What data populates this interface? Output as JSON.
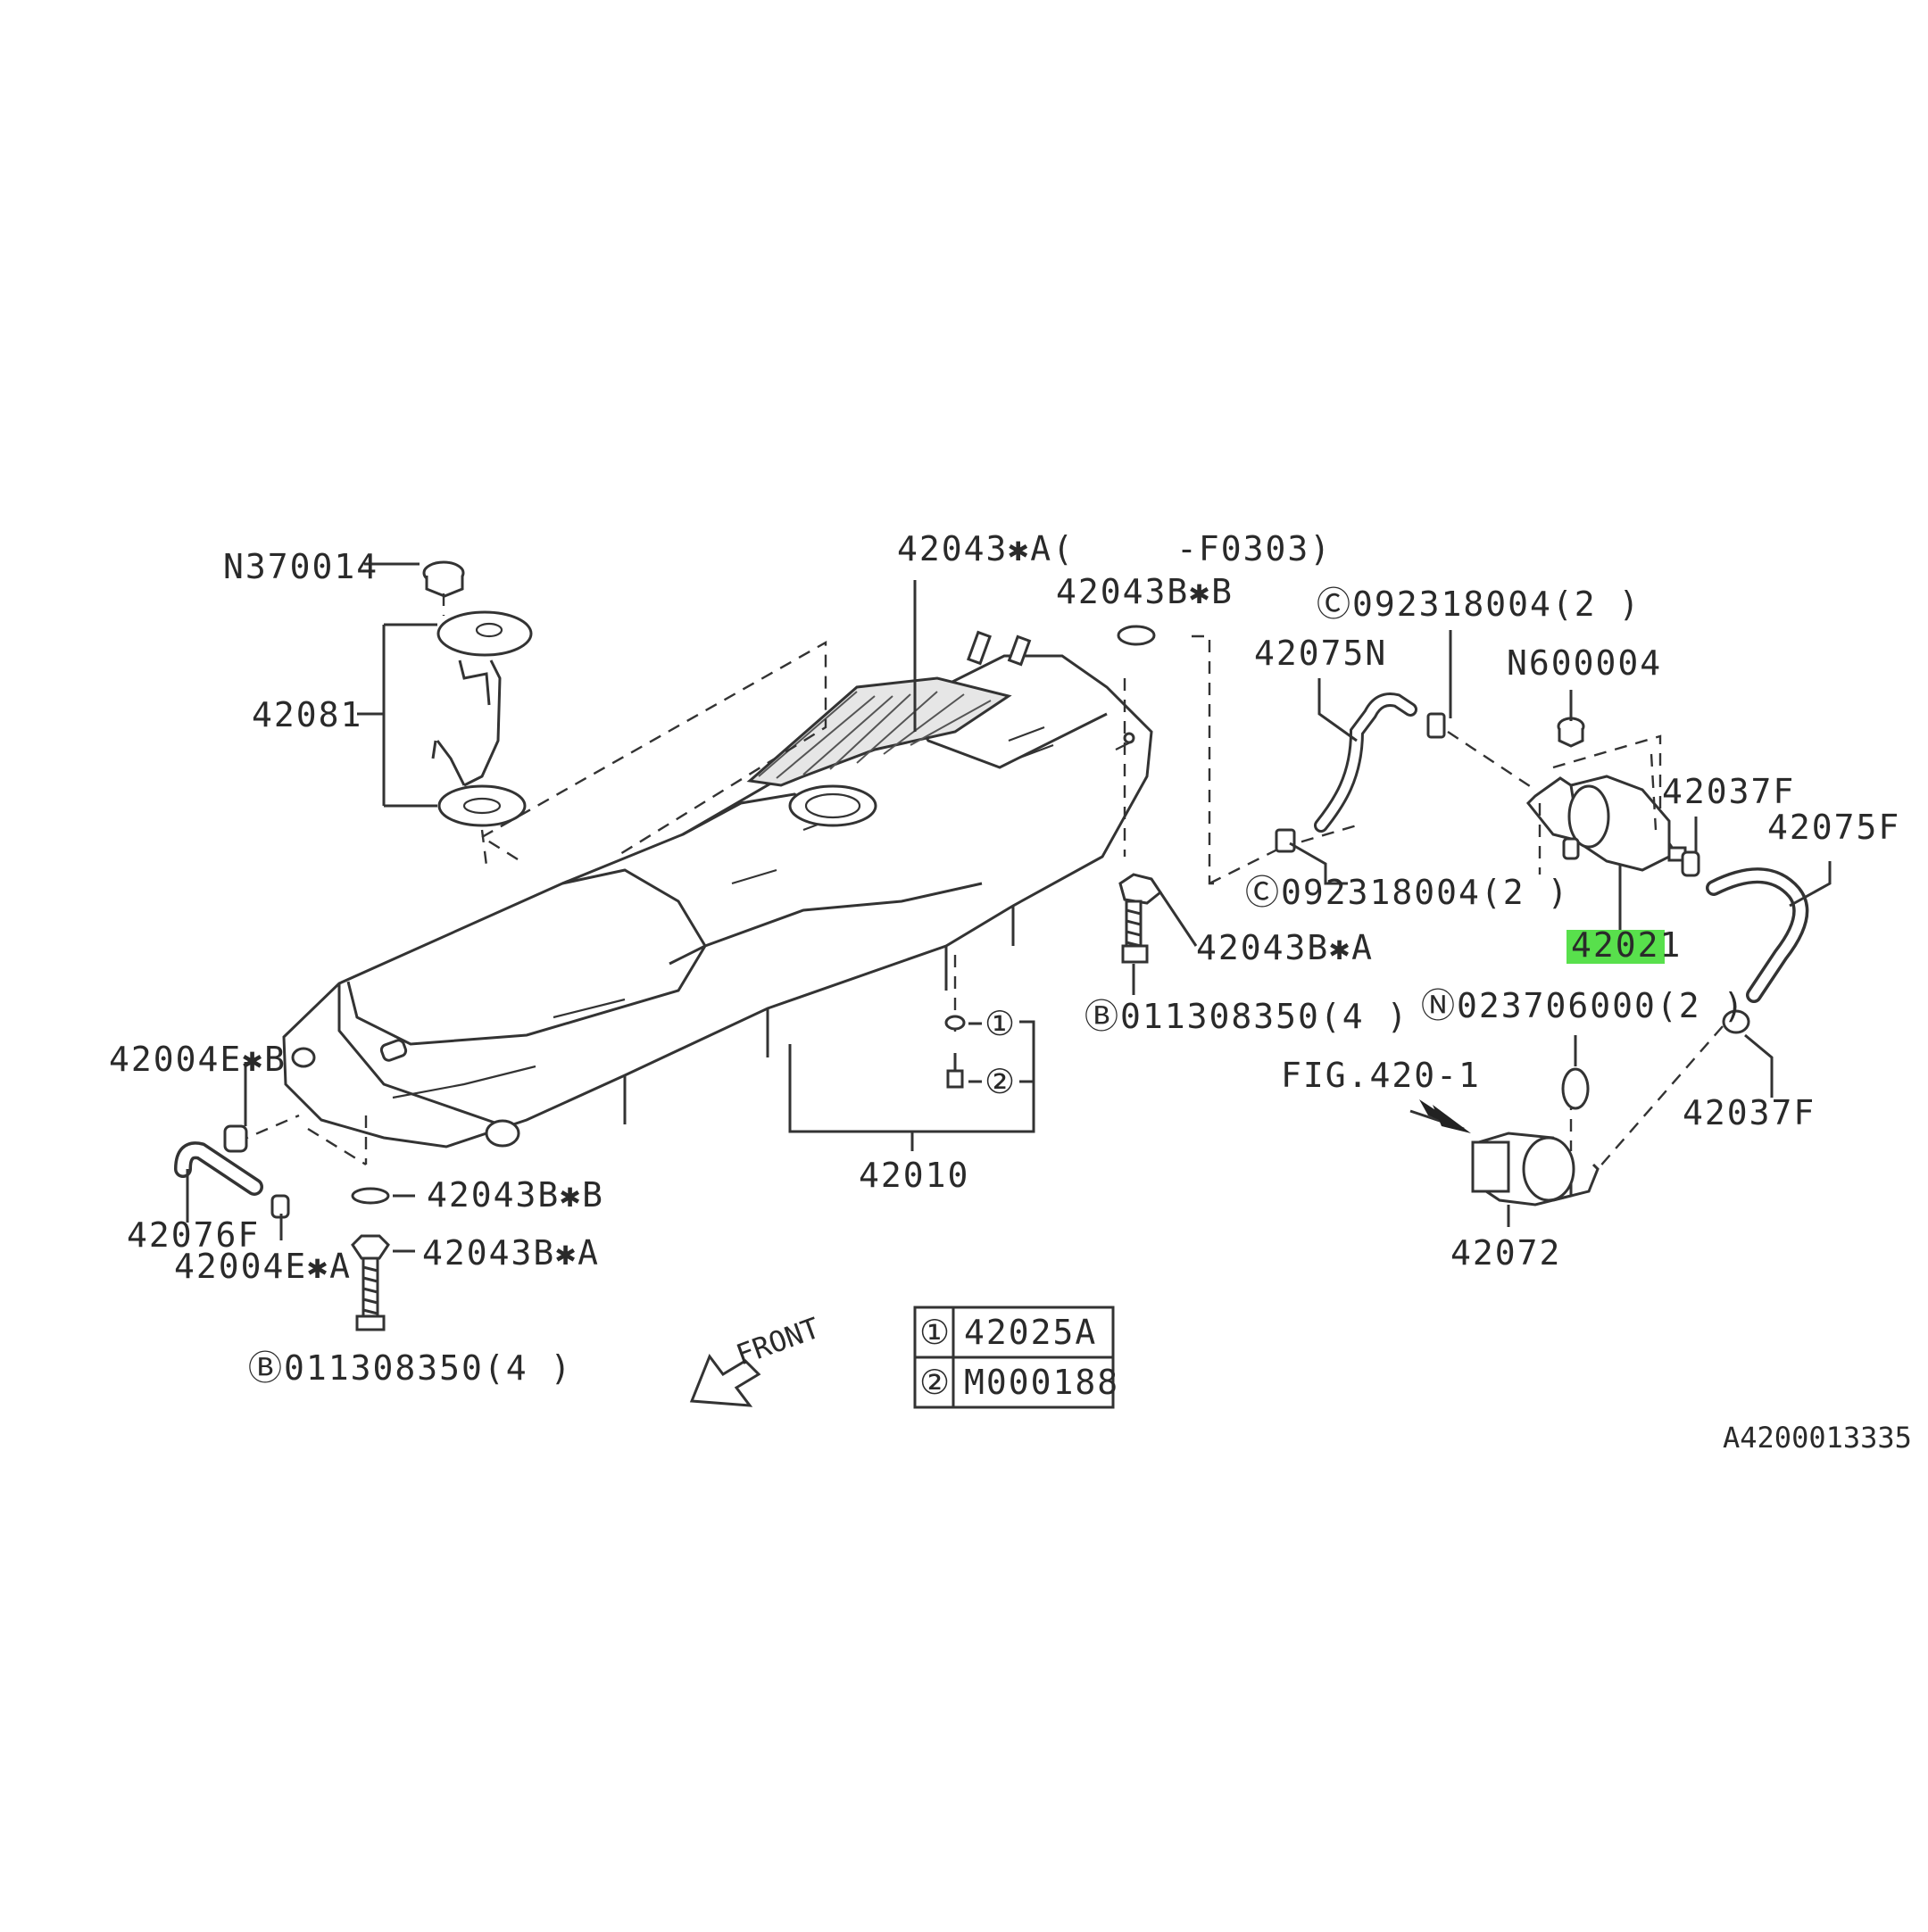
{
  "diagram_id": "A4200013335",
  "labels": {
    "n370014": "N370014",
    "p42081": "42081",
    "p42043a": "42043✱A(",
    "p42043a_range": "-F0303)",
    "p42043bb_top": "42043B✱B",
    "c092318004_top": "Ⓒ092318004(2 )",
    "p42075n": "42075N",
    "n600004": "N600004",
    "p42037f_top": "42037F",
    "p42075f": "42075F",
    "c092318004_mid": "Ⓒ092318004(2 )",
    "p42043ba_mid": "42043B✱A",
    "p42021": "42021",
    "b011308350_mid": "Ⓑ011308350(4 )",
    "n023706000": "Ⓝ023706000(2 )",
    "fig420": "FIG.420-1",
    "p42037f_bot": "42037F",
    "p42004eb": "42004E✱B",
    "callout1": "①",
    "callout2": "②",
    "p42010": "42010",
    "p42043bb_low": "42043B✱B",
    "p42043ba_low": "42043B✱A",
    "p42076f": "42076F",
    "p42004ea": "42004E✱A",
    "p42072": "42072",
    "b011308350_low": "Ⓑ011308350(4 )",
    "front": "FRONT"
  },
  "legend": [
    {
      "num": "①",
      "code": "42025A"
    },
    {
      "num": "②",
      "code": "M000188"
    }
  ],
  "highlight_color": "#58e04c"
}
